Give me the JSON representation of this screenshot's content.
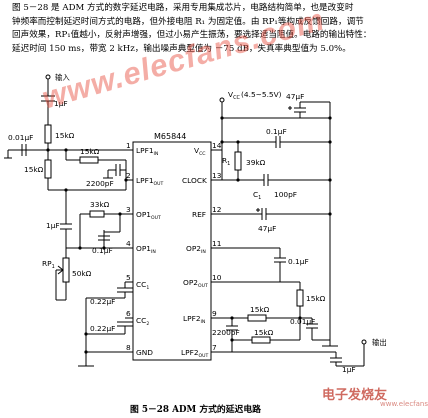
{
  "description": {
    "lines": [
      "图 5－28 是 ADM 方式的数字延迟电路，采用专用集成芯片，电路结构简单，也是改变时",
      "钟频率而控制延迟时间方式的电路，但外接电阻 R₁ 为固定值。由 RP₁等构成反馈回路，调节",
      "回声效果，RP₁值越小，反射声增强，但过小易产生振荡，要选择适当阻值。电路的输出特性：",
      "延迟时间 150 ms，带宽 2 kHz，输出噪声典型值为 －75 dB，失真率典型值为 5.0%。"
    ]
  },
  "caption": "图 5－28   ADM 方式的延迟电路",
  "watermark": "www.elecfans.com",
  "watermark_cn": "电子发烧友",
  "watermark_url": "www.elecfans.com",
  "chip": {
    "name": "M65844",
    "left_pins": [
      {
        "num": "1",
        "label": "LPF1",
        "sub": "IN"
      },
      {
        "num": "2",
        "label": "LPF1",
        "sub": "OUT"
      },
      {
        "num": "3",
        "label": "OP1",
        "sub": "OUT"
      },
      {
        "num": "4",
        "label": "OP1",
        "sub": "IN"
      },
      {
        "num": "5",
        "label": "CC",
        "sub": "1"
      },
      {
        "num": "6",
        "label": "CC",
        "sub": "2"
      },
      {
        "num": "8",
        "label": "GND",
        "sub": ""
      }
    ],
    "right_pins": [
      {
        "num": "14",
        "label": "V",
        "sub": "CC"
      },
      {
        "num": "13",
        "label": "CLOCK",
        "sub": ""
      },
      {
        "num": "12",
        "label": "REF",
        "sub": ""
      },
      {
        "num": "11",
        "label": "OP2",
        "sub": "IN"
      },
      {
        "num": "10",
        "label": "OP2",
        "sub": "OUT"
      },
      {
        "num": "9",
        "label": "LPF2",
        "sub": "IN"
      },
      {
        "num": "7",
        "label": "LPF2",
        "sub": "OUT"
      }
    ]
  },
  "labels": {
    "input": "输入",
    "output": "输出",
    "vcc": "V",
    "vcc_sub": "CC",
    "vcc_range": "(4.5~5.5V)",
    "r1": "R",
    "r1_sub": "1",
    "c1": "C",
    "c1_sub": "1",
    "rp1": "RP",
    "rp1_sub": "1"
  },
  "components": {
    "c_in": "1μF",
    "c_001_left": "0.01μF",
    "r_15k_a": "15kΩ",
    "r_15k_b": "15kΩ",
    "r_15k_c": "15kΩ",
    "c_2200_a": "2200pF",
    "c_1u_mid": "1μF",
    "r_33k": "33kΩ",
    "c_01_op1": "0.1μF",
    "r_50k": "50kΩ",
    "c_022_a": "0.22μF",
    "c_022_b": "0.22μF",
    "c_47u_top": "47μF",
    "c_01_vcc": "0.1μF",
    "r_39k": "39kΩ",
    "c_100p": "100pF",
    "c_47u_ref": "47μF",
    "c_01_op2": "0.1μF",
    "r_15k_r": "15kΩ",
    "r_15k_r2": "15kΩ",
    "r_15k_r3": "15kΩ",
    "c_2200_b": "2200pF",
    "c_001_right": "0.01μF",
    "c_1u_out": "1μF"
  }
}
